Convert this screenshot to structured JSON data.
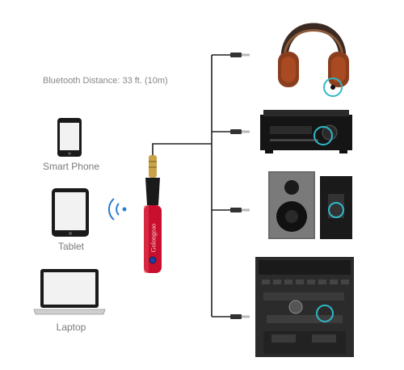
{
  "title": {
    "distance": "Bluetooth Distance: 33 ft. (10m)"
  },
  "devices": {
    "phone": "Smart Phone",
    "tablet": "Tablet",
    "laptop": "Laptop"
  },
  "receiver": {
    "brand": "Golongeao"
  },
  "outputs": [
    "headphones-icon",
    "av-receiver-icon",
    "bookshelf-speakers-icon",
    "car-stereo-icon"
  ],
  "colors": {
    "receiver_body": "#c8102e",
    "highlight_ring": "#2fb8c8",
    "bluetooth_waves": "#2a7bd4"
  }
}
